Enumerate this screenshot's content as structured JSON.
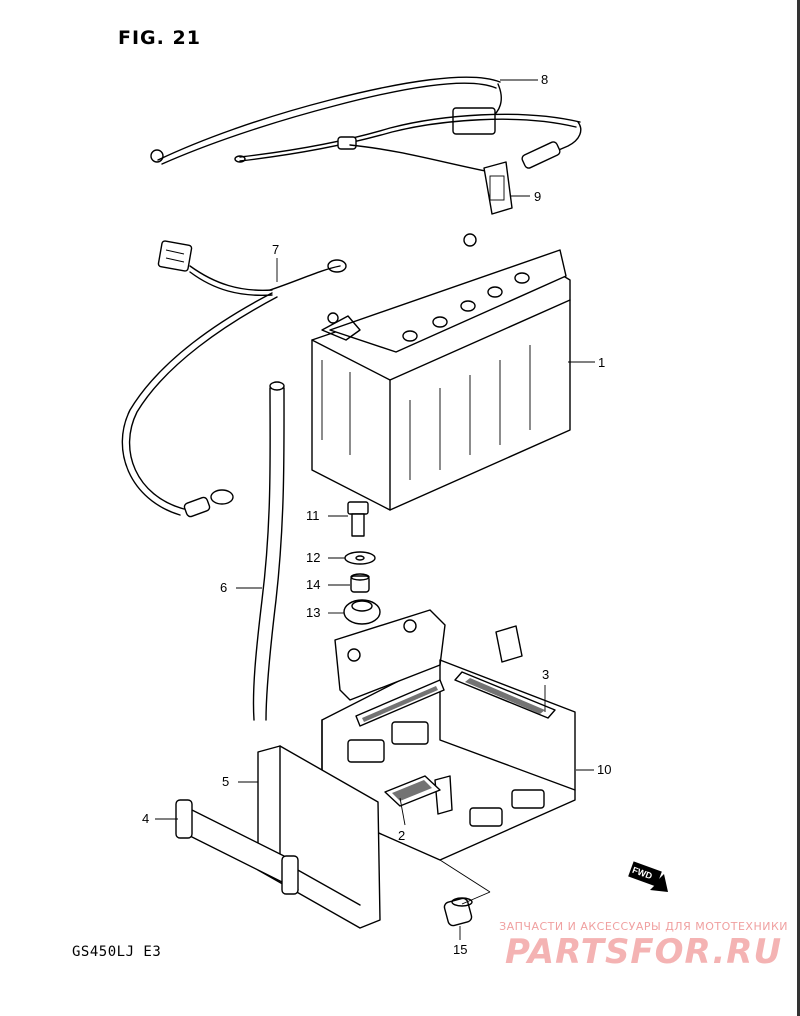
{
  "figure": {
    "title": "FIG. 21",
    "model_code": "GS450LJ  E3"
  },
  "direction_marker": {
    "label": "FWD"
  },
  "callouts": {
    "c1": "1",
    "c2": "2",
    "c3": "3",
    "c4": "4",
    "c5": "5",
    "c6": "6",
    "c7": "7",
    "c8": "8",
    "c9": "9",
    "c10": "10",
    "c11": "11",
    "c12": "12",
    "c13": "13",
    "c14": "14",
    "c15": "15"
  },
  "watermark": {
    "tagline": "ЗАПЧАСТИ И АКСЕССУАРЫ ДЛЯ МОТОТЕХНИКИ",
    "brand": "PARTSFOR.RU"
  }
}
